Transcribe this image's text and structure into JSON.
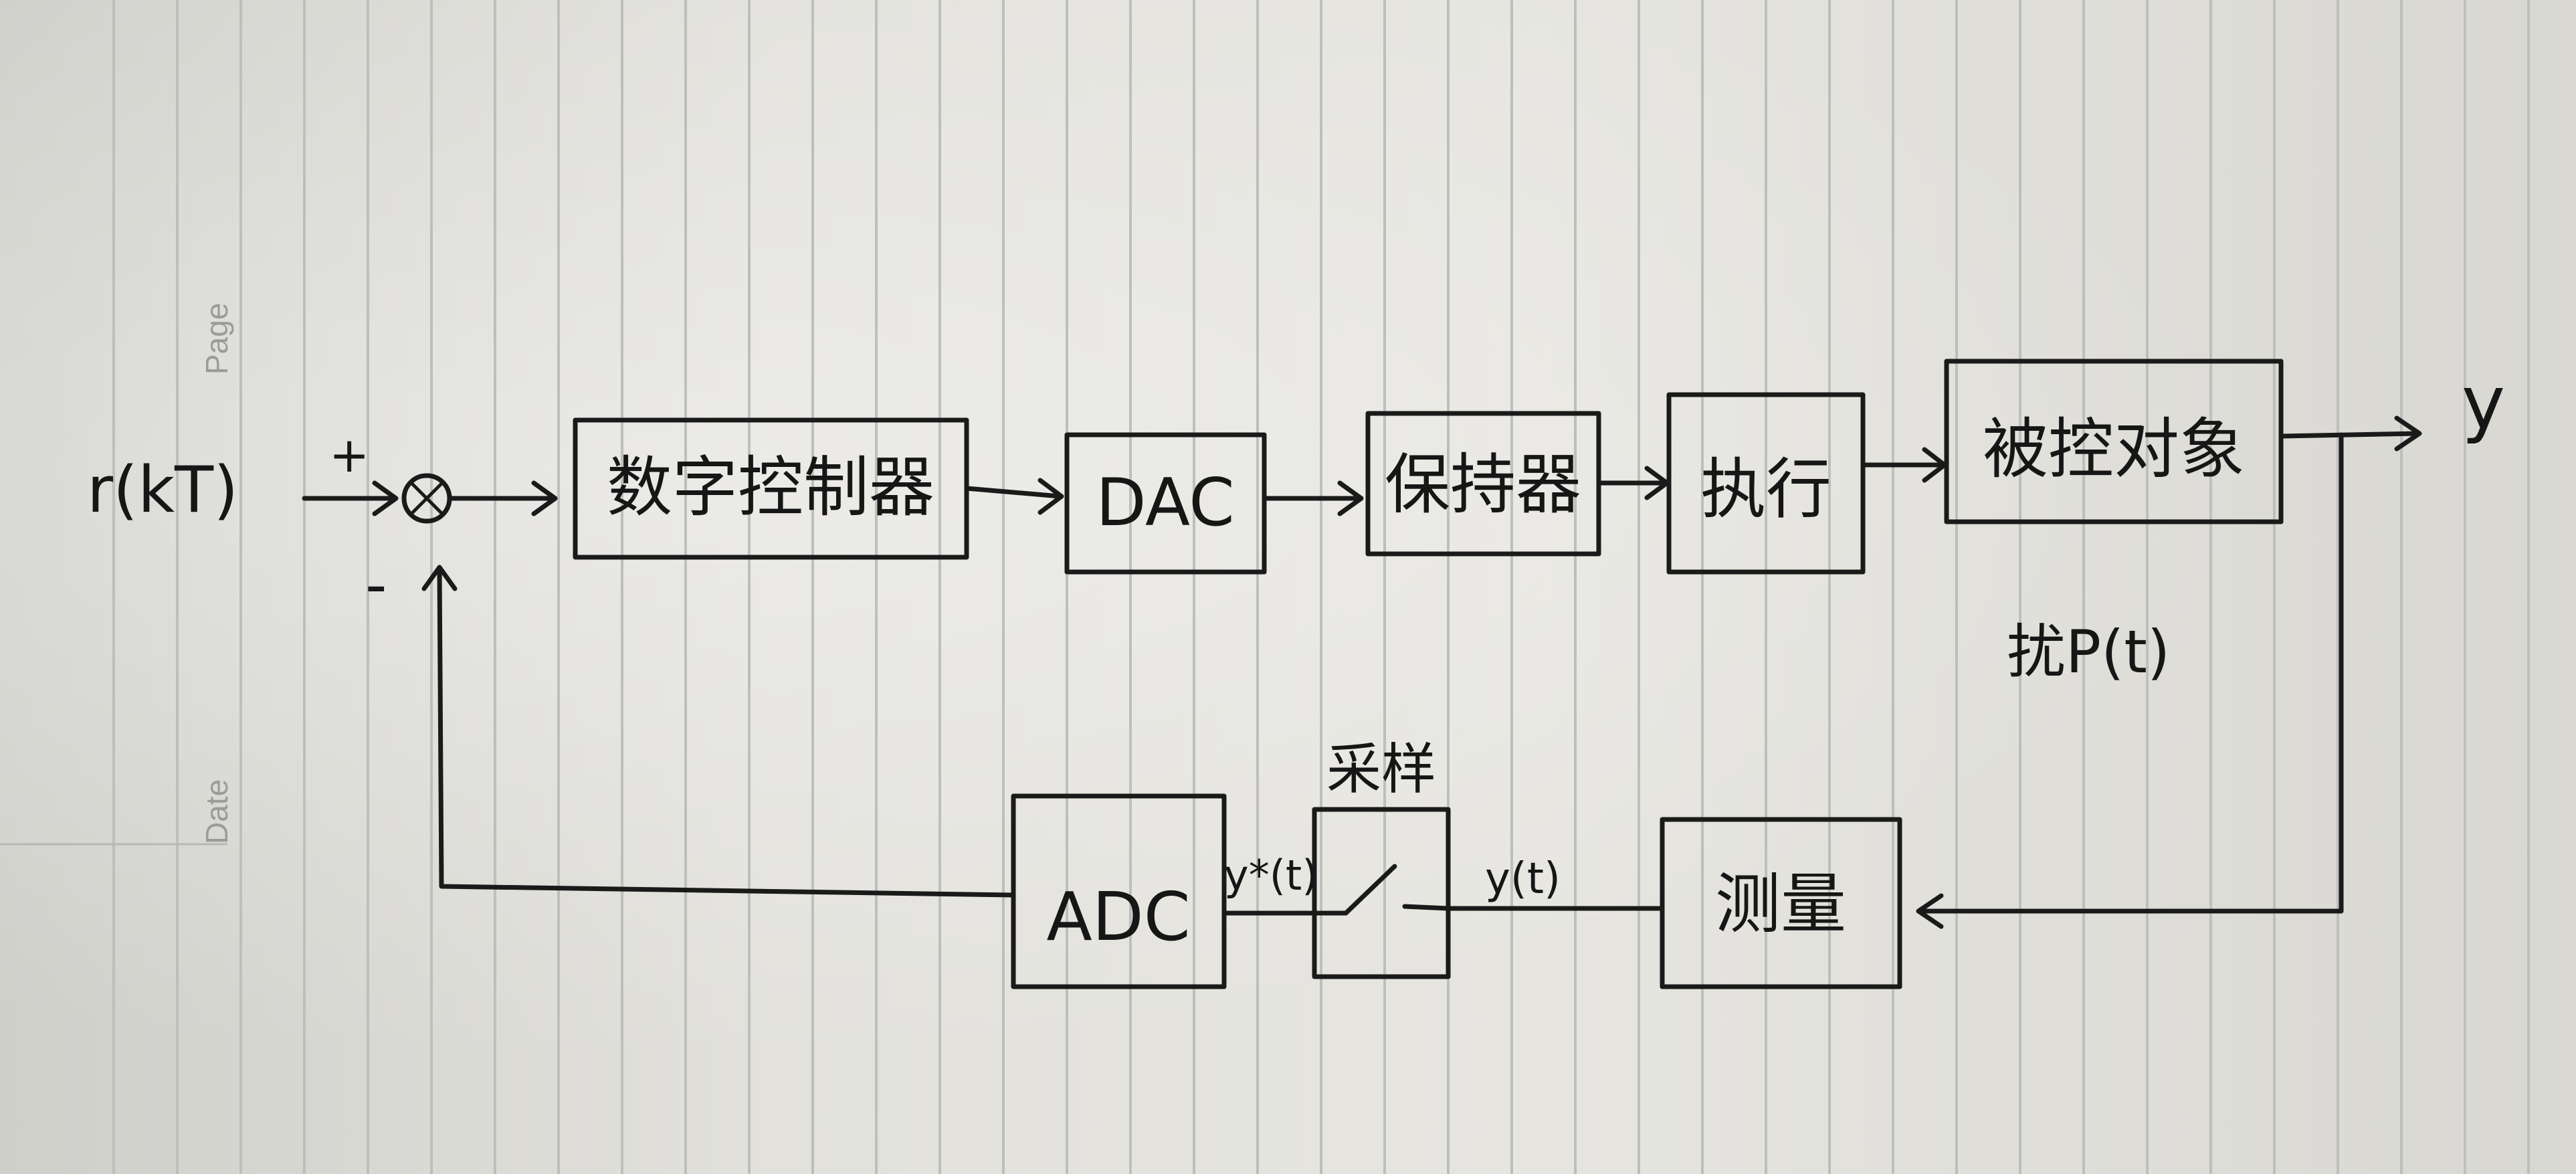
{
  "notebook": {
    "page_label": "Page",
    "date_label": "Date"
  },
  "diagram": {
    "input": {
      "label": "r(kT)"
    },
    "summing_junction": {
      "plus": "+",
      "minus": "-"
    },
    "blocks": {
      "controller": "数字控制器",
      "dac": "DAC",
      "hold": "保持器",
      "actuator": "执行",
      "plant": "被控对象",
      "sensor": "测量",
      "sampler": "采样",
      "adc": "ADC"
    },
    "signals": {
      "output": "y",
      "sampled_output": "y*(t)",
      "measured_output": "y(t)"
    },
    "annotation": "扰P(t)"
  }
}
